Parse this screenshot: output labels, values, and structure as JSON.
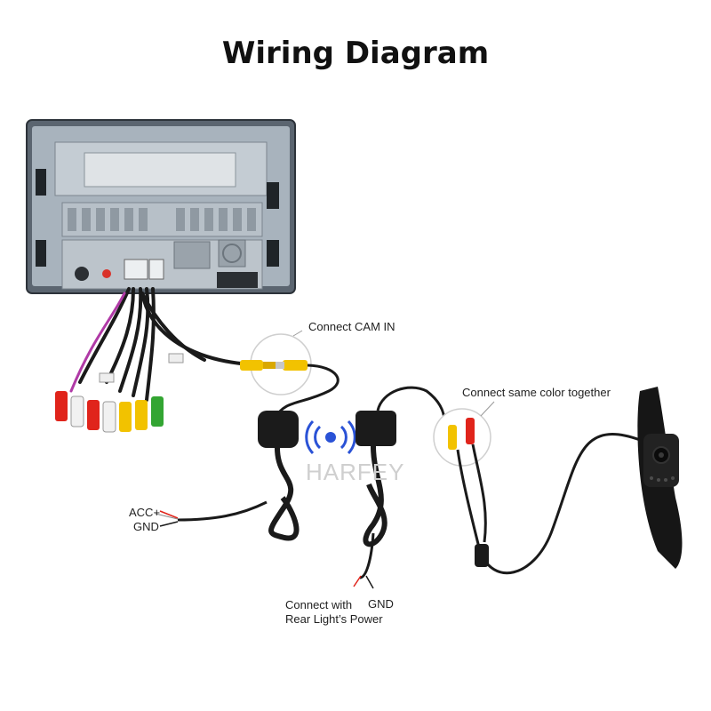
{
  "title": "Wiring Diagram",
  "labels": {
    "connect_cam_in": "Connect CAM IN",
    "connect_same_color": "Connect same color together",
    "acc_plus": "ACC+",
    "gnd_left": "GND",
    "connect_with": "Connect with",
    "rear_light_power": "Rear Light’s Power",
    "gnd_bottom": "GND"
  },
  "watermark": "HARFEY",
  "colors": {
    "accent_yellow": "#f2c200",
    "rca_red": "#e0241b",
    "rca_green": "#33a532",
    "wireless_blue": "#2a52d6",
    "cable_black": "#1a1a1a"
  },
  "icons": {
    "wireless_signal": "wireless-signal-icon"
  }
}
